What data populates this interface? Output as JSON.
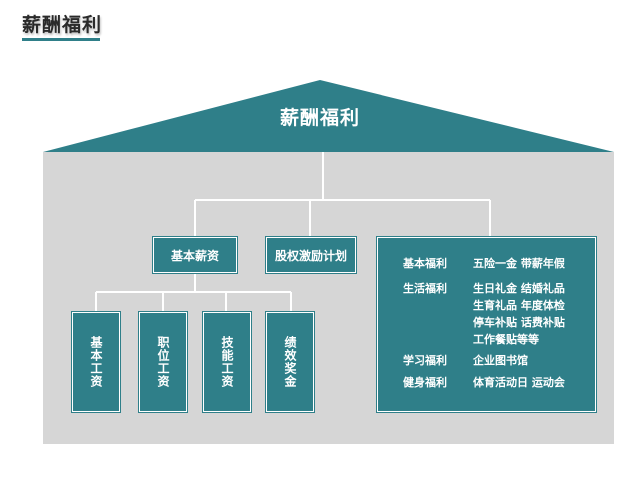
{
  "page_title": "薪酬福利",
  "roof_label": "薪酬福利",
  "branches": {
    "base_salary": "基本薪资",
    "equity": "股权激励计划"
  },
  "salary_items": [
    {
      "line1": "基本",
      "line2": "工资"
    },
    {
      "line1": "职位",
      "line2": "工资"
    },
    {
      "line1": "技能",
      "line2": "工资"
    },
    {
      "line1": "绩效",
      "line2": "奖金"
    }
  ],
  "benefits": [
    {
      "category": "基本福利",
      "items": [
        "五险一金 带薪年假"
      ]
    },
    {
      "category": "生活福利",
      "items": [
        "生日礼金 结婚礼品",
        "生育礼品 年度体检",
        "停车补贴 话费补贴",
        "工作餐贴等等"
      ]
    },
    {
      "category": "学习福利",
      "items": [
        "企业图书馆"
      ]
    },
    {
      "category": "健身福利",
      "items": [
        "体育活动日 运动会"
      ]
    }
  ],
  "colors": {
    "accent": "#2f7f89",
    "wall": "#d6d6d6",
    "connector": "#ffffff"
  }
}
